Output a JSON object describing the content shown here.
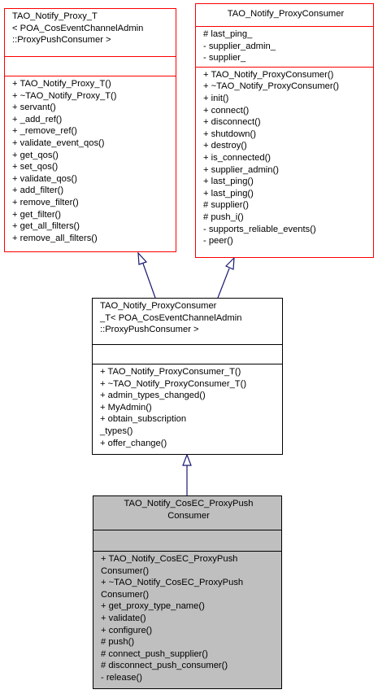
{
  "classes": {
    "proxy_t": {
      "title": [
        "TAO_Notify_Proxy_T",
        "< POA_CosEventChannelAdmin",
        "::ProxyPushConsumer >"
      ],
      "attributes": [],
      "methods": [
        "+ TAO_Notify_Proxy_T()",
        "+ ~TAO_Notify_Proxy_T()",
        "+ servant()",
        "+ _add_ref()",
        "+ _remove_ref()",
        "+ validate_event_qos()",
        "+ get_qos()",
        "+ set_qos()",
        "+ validate_qos()",
        "+ add_filter()",
        "+ remove_filter()",
        "+ get_filter()",
        "+ get_all_filters()",
        "+ remove_all_filters()"
      ]
    },
    "proxy_consumer": {
      "title": [
        "TAO_Notify_ProxyConsumer"
      ],
      "attributes": [
        "# last_ping_",
        "- supplier_admin_",
        "- supplier_"
      ],
      "methods": [
        "+ TAO_Notify_ProxyConsumer()",
        "+ ~TAO_Notify_ProxyConsumer()",
        "+ init()",
        "+ connect()",
        "+ disconnect()",
        "+ shutdown()",
        "+ destroy()",
        "+ is_connected()",
        "+ supplier_admin()",
        "+ last_ping()",
        "+ last_ping()",
        "# supplier()",
        "# push_i()",
        "- supports_reliable_events()",
        "- peer()"
      ]
    },
    "proxy_consumer_t": {
      "title": [
        "TAO_Notify_ProxyConsumer",
        "_T< POA_CosEventChannelAdmin",
        "::ProxyPushConsumer >"
      ],
      "attributes": [],
      "methods": [
        "+ TAO_Notify_ProxyConsumer_T()",
        "+ ~TAO_Notify_ProxyConsumer_T()",
        "+ admin_types_changed()",
        "+ MyAdmin()",
        "+ obtain_subscription",
        "_types()",
        "+ offer_change()"
      ]
    },
    "cosec_proxy_push_consumer": {
      "title": [
        "TAO_Notify_CosEC_ProxyPush",
        "Consumer"
      ],
      "attributes": [],
      "methods": [
        "+ TAO_Notify_CosEC_ProxyPush",
        "Consumer()",
        "+ ~TAO_Notify_CosEC_ProxyPush",
        "Consumer()",
        "+ get_proxy_type_name()",
        "+ validate()",
        "+ configure()",
        "# push()",
        "# connect_push_supplier()",
        "# disconnect_push_consumer()",
        "- release()"
      ]
    }
  },
  "colors": {
    "inherited_border": "#ff0000",
    "class_border": "#000000",
    "focus_fill": "#bfbfbf",
    "edge": "#191970"
  }
}
